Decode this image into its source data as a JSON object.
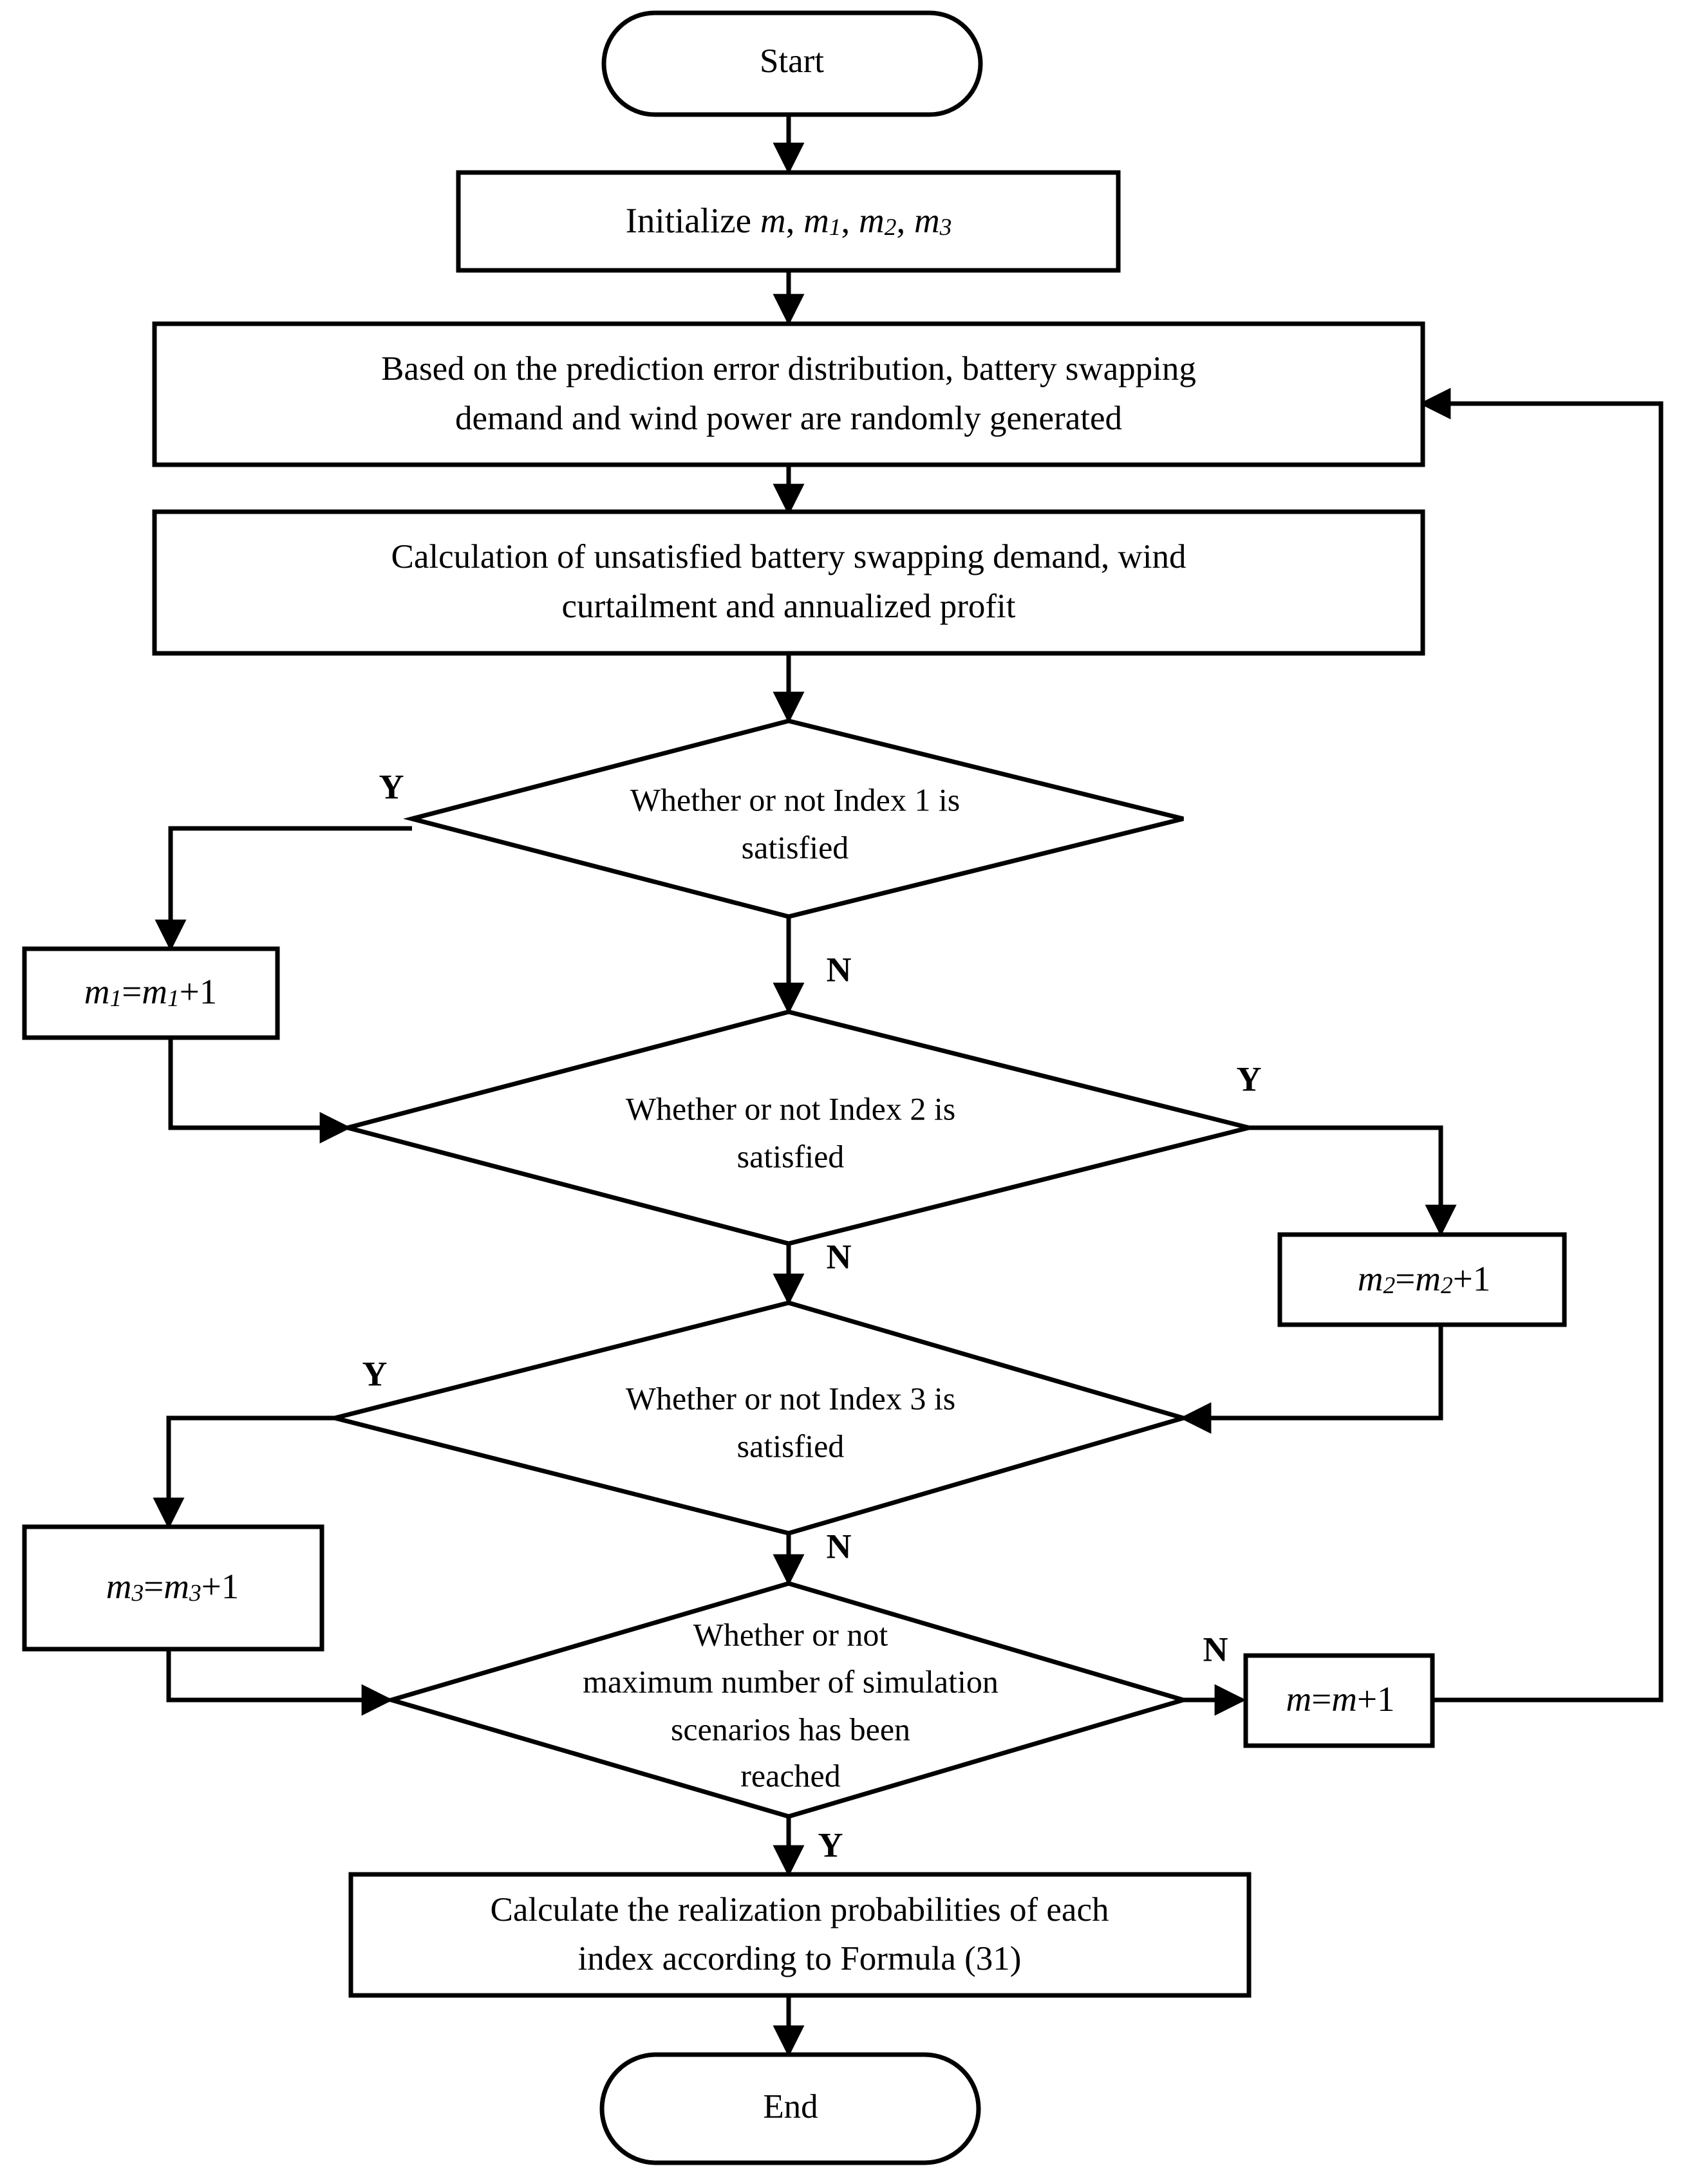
{
  "diagram": {
    "title": "Monte Carlo simulation flowchart for battery swapping and wind power scenario evaluation",
    "type": "flowchart",
    "line_color": "#000000",
    "fill_color": "#ffffff"
  },
  "nodes": {
    "start": {
      "label": "Start",
      "shape": "terminator"
    },
    "initialize": {
      "prefix": "Initialize ",
      "v0": "m",
      "sep": ", ",
      "v1": "m",
      "v1sub": "1",
      "v2": "m",
      "v2sub": "2",
      "v3": "m",
      "v3sub": "3",
      "shape": "process"
    },
    "generate": {
      "line1": "Based on the prediction error distribution, battery swapping",
      "line2": "demand and wind power are randomly generated",
      "shape": "process"
    },
    "calculate": {
      "line1": "Calculation of  unsatisfied battery swapping demand, wind",
      "line2": "curtailment and annualized profit",
      "shape": "process"
    },
    "index1": {
      "line1": "Whether or not Index 1 is",
      "line2": "satisfied",
      "shape": "decision"
    },
    "index2": {
      "line1": "Whether or not Index 2 is",
      "line2": "satisfied",
      "shape": "decision"
    },
    "index3": {
      "line1": "Whether or not Index 3 is",
      "line2": "satisfied",
      "shape": "decision"
    },
    "maxscenarios": {
      "line1": "Whether or not",
      "line2": "maximum  number of simulation",
      "line3": "scenarios has been",
      "line4": "reached",
      "shape": "decision"
    },
    "incr_m1": {
      "lhs": "m",
      "lhs_sub": "1",
      "eq": "=",
      "rhs": "m",
      "rhs_sub": "1",
      "tail": "+1",
      "shape": "process"
    },
    "incr_m2": {
      "lhs": "m",
      "lhs_sub": "2",
      "eq": "=",
      "rhs": "m",
      "rhs_sub": "2",
      "tail": "+1",
      "shape": "process"
    },
    "incr_m3": {
      "lhs": "m",
      "lhs_sub": "3",
      "eq": "=",
      "rhs": "m",
      "rhs_sub": "3",
      "tail": "+1",
      "shape": "process"
    },
    "incr_m": {
      "lhs": "m",
      "lhs_sub": "",
      "eq": "=",
      "rhs": "m",
      "rhs_sub": "",
      "tail": "+1",
      "shape": "process"
    },
    "formula": {
      "line1": "Calculate the realization probabilities of each",
      "line2": "index according to Formula (31)",
      "shape": "process"
    },
    "end": {
      "label": "End",
      "shape": "terminator"
    }
  },
  "branch_labels": {
    "index1_yes": "Y",
    "index1_no": "N",
    "index2_yes": "Y",
    "index2_no": "N",
    "index3_yes": "Y",
    "index3_no": "N",
    "maxscenarios_no": "N",
    "maxscenarios_yes": "Y"
  }
}
